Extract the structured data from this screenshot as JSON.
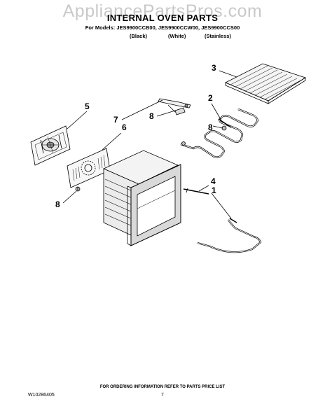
{
  "header": {
    "watermark": "AppliancePartsPros.com",
    "title": "INTERNAL OVEN PARTS",
    "models": "For Models: JES9900CCB00, JES9900CCW00, JES9900CCS00",
    "variants": [
      "(Black)",
      "(White)",
      "(Stainless)"
    ]
  },
  "callouts": [
    "3",
    "2",
    "5",
    "7",
    "8",
    "6",
    "8",
    "4",
    "1",
    "8"
  ],
  "footer": {
    "note": "FOR ORDERING INFORMATION REFER TO PARTS PRICE LIST",
    "doc_id": "W10286405",
    "page": "7"
  }
}
